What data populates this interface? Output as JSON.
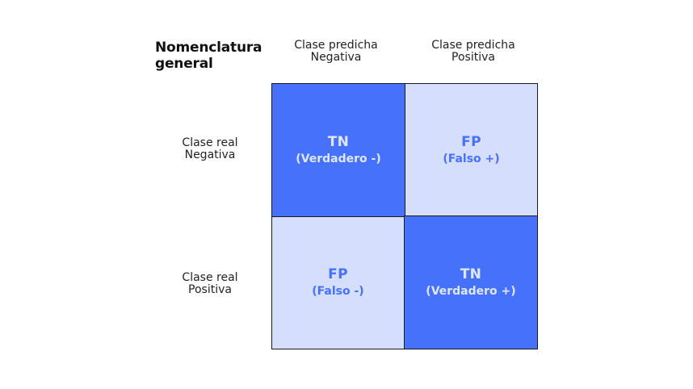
{
  "title": {
    "line1": "Nomenclatura",
    "line2": "general"
  },
  "columns": [
    {
      "line1": "Clase predicha",
      "line2": "Negativa"
    },
    {
      "line1": "Clase predicha",
      "line2": "Positiva"
    }
  ],
  "rows": [
    {
      "line1": "Clase real",
      "line2": "Negativa"
    },
    {
      "line1": "Clase real",
      "line2": "Positiva"
    }
  ],
  "cells": [
    {
      "abbr": "TN",
      "desc": "(Verdadero -)",
      "style": "dark"
    },
    {
      "abbr": "FP",
      "desc": "(Falso +)",
      "style": "light"
    },
    {
      "abbr": "FP",
      "desc": "(Falso -)",
      "style": "light"
    },
    {
      "abbr": "TN",
      "desc": "(Verdadero +)",
      "style": "dark"
    }
  ],
  "colors": {
    "dark_fill": "#4672fb",
    "light_fill": "#d5defd",
    "dark_text": "#dfe7ff",
    "light_text": "#4672fb",
    "border": "#1a1a1a"
  }
}
